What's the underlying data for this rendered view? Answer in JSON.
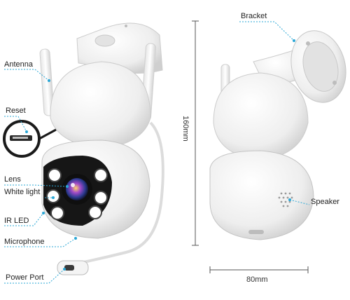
{
  "labels": {
    "antenna": "Antenna",
    "reset": "Reset",
    "lens": "Lens",
    "white_light": "White light",
    "ir_led": "IR LED",
    "microphone": "Microphone",
    "power_port": "Power Port",
    "bracket": "Bracket",
    "speaker": "Speaker"
  },
  "dimensions": {
    "height": "160mm",
    "width": "80mm"
  },
  "colors": {
    "leader_line": "#2aa7d6",
    "body": "#f2f2f2",
    "shadow": "#d9d9d9",
    "lens_ring": "#1b1b1b",
    "dim_line": "#555555"
  }
}
